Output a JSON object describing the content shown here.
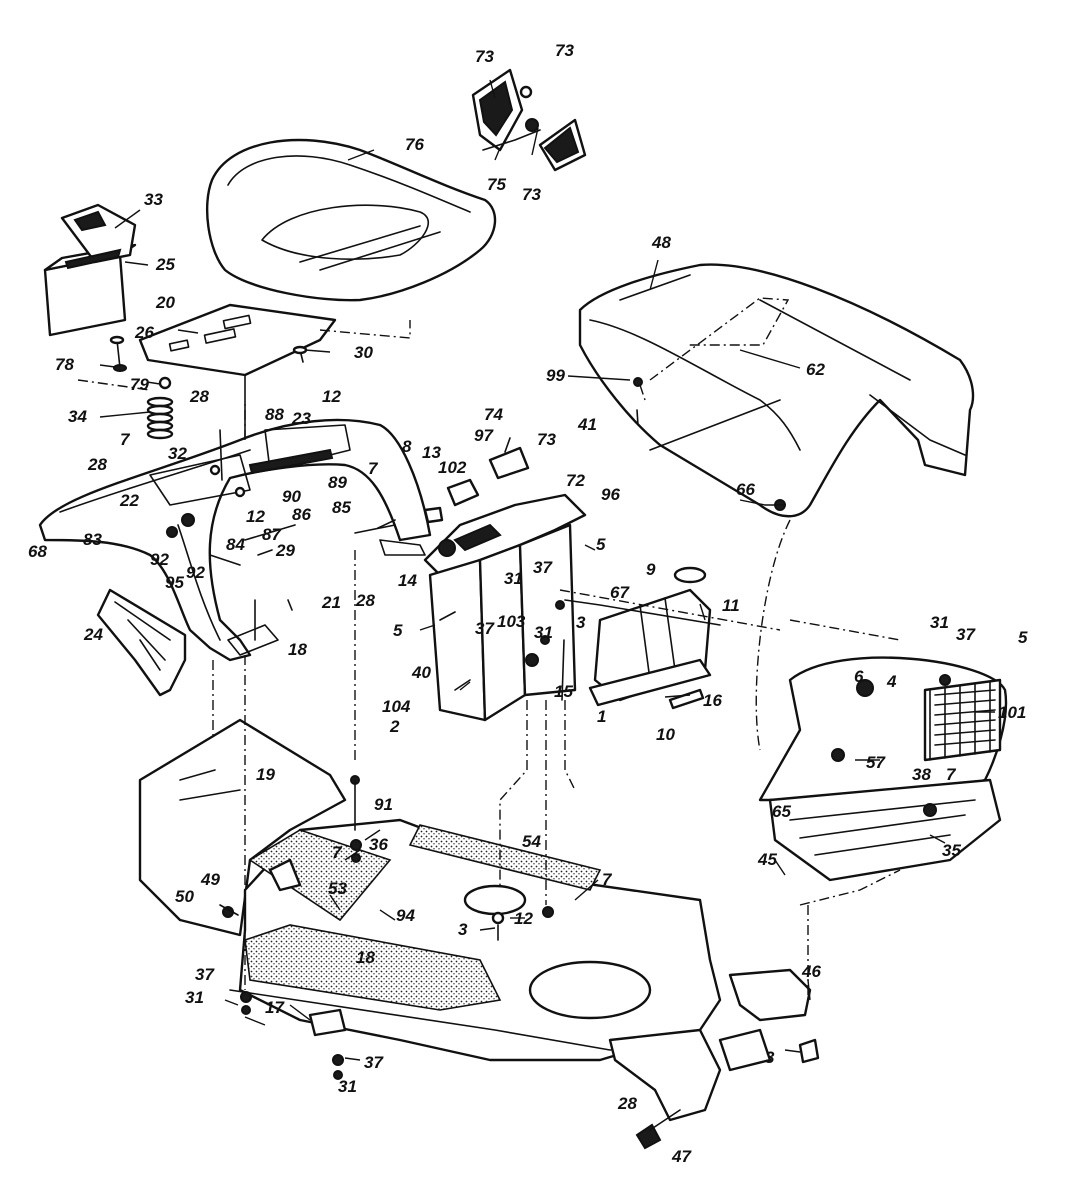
{
  "callouts": [
    {
      "id": "c-73a",
      "text": "73"
    },
    {
      "id": "c-73b",
      "text": "73"
    },
    {
      "id": "c-75",
      "text": "75"
    },
    {
      "id": "c-73c",
      "text": "73"
    },
    {
      "id": "c-76",
      "text": "76"
    },
    {
      "id": "c-33",
      "text": "33"
    },
    {
      "id": "c-25",
      "text": "25"
    },
    {
      "id": "c-20",
      "text": "20"
    },
    {
      "id": "c-26",
      "text": "26"
    },
    {
      "id": "c-78",
      "text": "78"
    },
    {
      "id": "c-79",
      "text": "79"
    },
    {
      "id": "c-30",
      "text": "30"
    },
    {
      "id": "c-34",
      "text": "34"
    },
    {
      "id": "c-28a",
      "text": "28"
    },
    {
      "id": "c-88",
      "text": "88"
    },
    {
      "id": "c-23",
      "text": "23"
    },
    {
      "id": "c-12a",
      "text": "12"
    },
    {
      "id": "c-7a",
      "text": "7"
    },
    {
      "id": "c-32",
      "text": "32"
    },
    {
      "id": "c-28b",
      "text": "28"
    },
    {
      "id": "c-7b",
      "text": "7"
    },
    {
      "id": "c-89",
      "text": "89"
    },
    {
      "id": "c-90",
      "text": "90"
    },
    {
      "id": "c-85",
      "text": "85"
    },
    {
      "id": "c-22",
      "text": "22"
    },
    {
      "id": "c-12b",
      "text": "12"
    },
    {
      "id": "c-86",
      "text": "86"
    },
    {
      "id": "c-87",
      "text": "87"
    },
    {
      "id": "c-83",
      "text": "83"
    },
    {
      "id": "c-84",
      "text": "84"
    },
    {
      "id": "c-92a",
      "text": "92"
    },
    {
      "id": "c-95",
      "text": "95"
    },
    {
      "id": "c-92b",
      "text": "92"
    },
    {
      "id": "c-68",
      "text": "68"
    },
    {
      "id": "c-29",
      "text": "29"
    },
    {
      "id": "c-21",
      "text": "21"
    },
    {
      "id": "c-28c",
      "text": "28"
    },
    {
      "id": "c-24",
      "text": "24"
    },
    {
      "id": "c-18a",
      "text": "18"
    },
    {
      "id": "c-74",
      "text": "74"
    },
    {
      "id": "c-41",
      "text": "41"
    },
    {
      "id": "c-97",
      "text": "97"
    },
    {
      "id": "c-73d",
      "text": "73"
    },
    {
      "id": "c-8",
      "text": "8"
    },
    {
      "id": "c-13",
      "text": "13"
    },
    {
      "id": "c-102",
      "text": "102"
    },
    {
      "id": "c-72",
      "text": "72"
    },
    {
      "id": "c-96",
      "text": "96"
    },
    {
      "id": "c-14",
      "text": "14"
    },
    {
      "id": "c-5a",
      "text": "5"
    },
    {
      "id": "c-31a",
      "text": "31"
    },
    {
      "id": "c-37a",
      "text": "37"
    },
    {
      "id": "c-9",
      "text": "9"
    },
    {
      "id": "c-67",
      "text": "67"
    },
    {
      "id": "c-11",
      "text": "11"
    },
    {
      "id": "c-5b",
      "text": "5"
    },
    {
      "id": "c-37b",
      "text": "37"
    },
    {
      "id": "c-103",
      "text": "103"
    },
    {
      "id": "c-31b",
      "text": "31"
    },
    {
      "id": "c-3a",
      "text": "3"
    },
    {
      "id": "c-40",
      "text": "40"
    },
    {
      "id": "c-104",
      "text": "104"
    },
    {
      "id": "c-15",
      "text": "15"
    },
    {
      "id": "c-16",
      "text": "16"
    },
    {
      "id": "c-2",
      "text": "2"
    },
    {
      "id": "c-1",
      "text": "1"
    },
    {
      "id": "c-10",
      "text": "10"
    },
    {
      "id": "c-48",
      "text": "48"
    },
    {
      "id": "c-99",
      "text": "99"
    },
    {
      "id": "c-62",
      "text": "62"
    },
    {
      "id": "c-66",
      "text": "66"
    },
    {
      "id": "c-31c",
      "text": "31"
    },
    {
      "id": "c-37c",
      "text": "37"
    },
    {
      "id": "c-5c",
      "text": "5"
    },
    {
      "id": "c-6",
      "text": "6"
    },
    {
      "id": "c-4",
      "text": "4"
    },
    {
      "id": "c-101",
      "text": "101"
    },
    {
      "id": "c-57",
      "text": "57"
    },
    {
      "id": "c-38",
      "text": "38"
    },
    {
      "id": "c-7c",
      "text": "7"
    },
    {
      "id": "c-65",
      "text": "65"
    },
    {
      "id": "c-35",
      "text": "35"
    },
    {
      "id": "c-45",
      "text": "45"
    },
    {
      "id": "c-19",
      "text": "19"
    },
    {
      "id": "c-91",
      "text": "91"
    },
    {
      "id": "c-36",
      "text": "36"
    },
    {
      "id": "c-7d",
      "text": "7"
    },
    {
      "id": "c-54",
      "text": "54"
    },
    {
      "id": "c-49",
      "text": "49"
    },
    {
      "id": "c-50",
      "text": "50"
    },
    {
      "id": "c-53",
      "text": "53"
    },
    {
      "id": "c-94",
      "text": "94"
    },
    {
      "id": "c-7e",
      "text": "7"
    },
    {
      "id": "c-12c",
      "text": "12"
    },
    {
      "id": "c-3b",
      "text": "3"
    },
    {
      "id": "c-18b",
      "text": "18"
    },
    {
      "id": "c-37d",
      "text": "37"
    },
    {
      "id": "c-31d",
      "text": "31"
    },
    {
      "id": "c-17",
      "text": "17"
    },
    {
      "id": "c-37e",
      "text": "37"
    },
    {
      "id": "c-31e",
      "text": "31"
    },
    {
      "id": "c-46",
      "text": "46"
    },
    {
      "id": "c-3c",
      "text": "3"
    },
    {
      "id": "c-28d",
      "text": "28"
    },
    {
      "id": "c-47",
      "text": "47"
    }
  ]
}
